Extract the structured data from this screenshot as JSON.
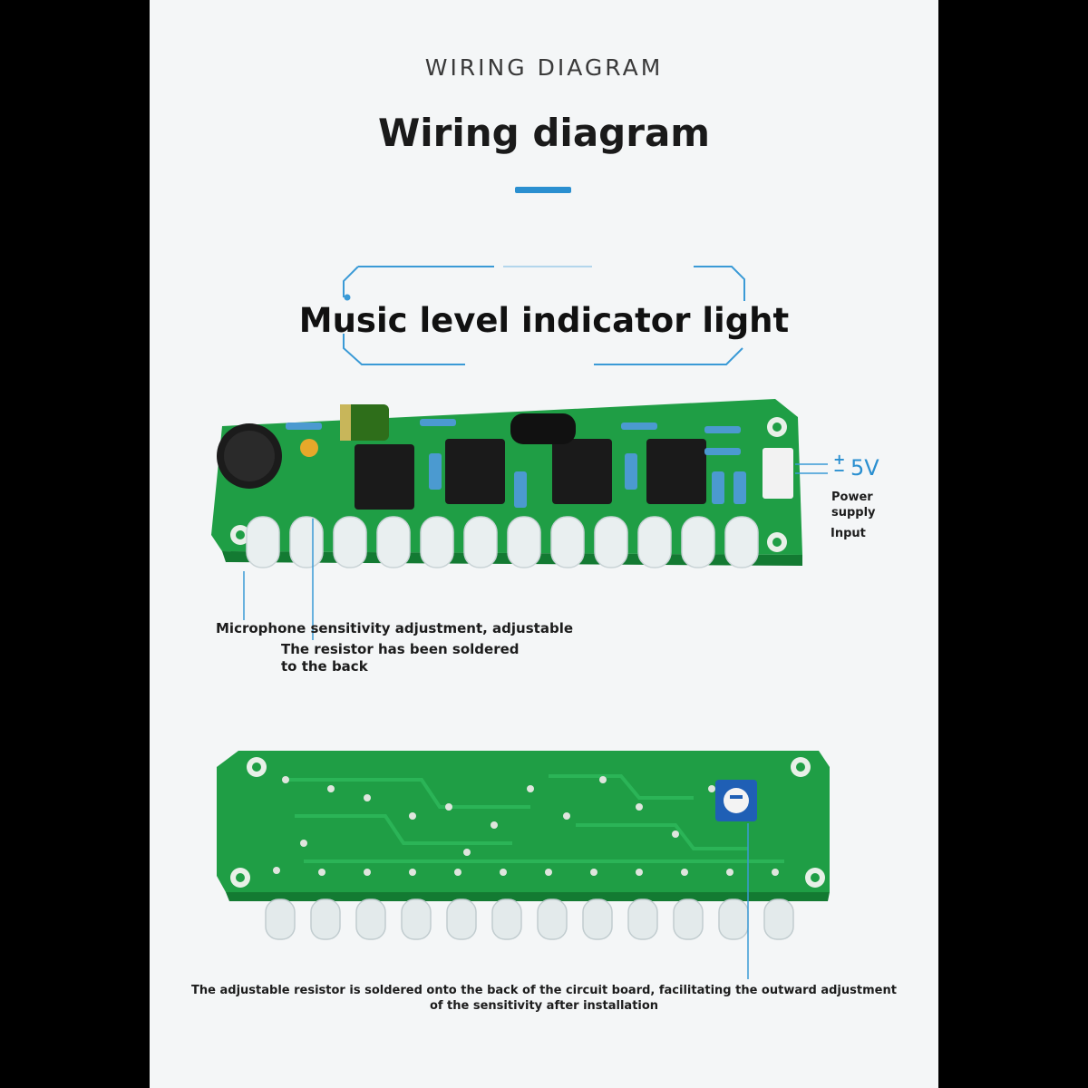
{
  "header": {
    "kicker": "WIRING DIAGRAM",
    "title": "Wiring diagram",
    "subtitle": "Music level indicator light"
  },
  "power": {
    "voltage": "5V",
    "polarity": "+\n−",
    "label": "Power supply",
    "input_label": "Input"
  },
  "callouts": {
    "microphone": "Microphone sensitivity adjustment, adjustable",
    "resistor": "The resistor has been soldered to the back",
    "back_note": "The adjustable resistor is soldered onto the back of the circuit board, facilitating the outward adjustment of the sensitivity after installation"
  },
  "colors": {
    "accent": "#2a8fd0",
    "pcb": "#1f9e45",
    "pcb_dark": "#137a32"
  }
}
